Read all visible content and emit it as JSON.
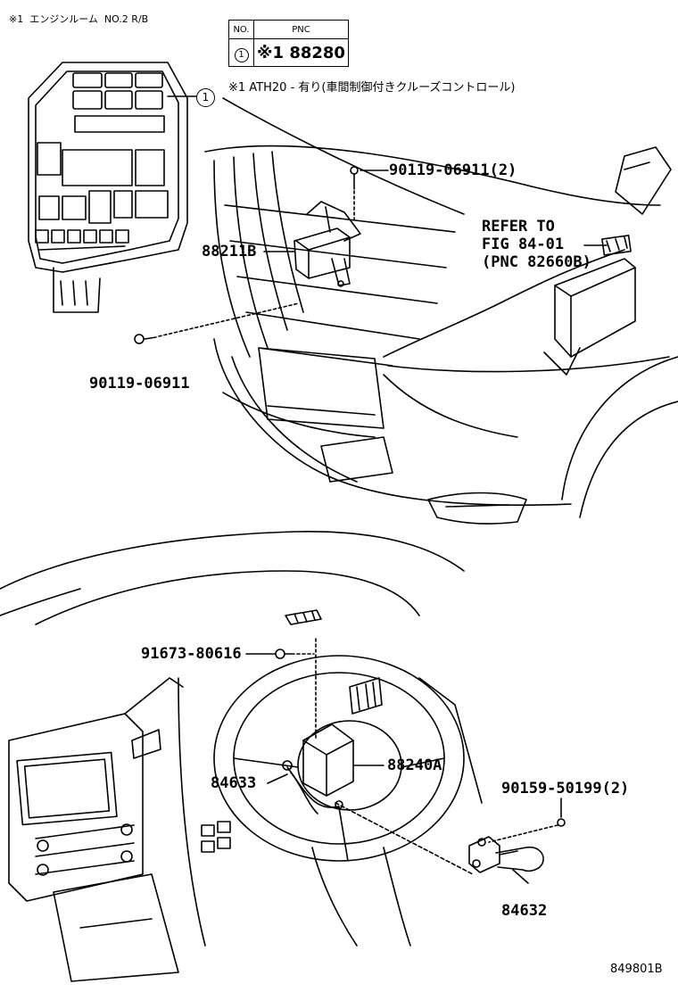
{
  "header": {
    "relay_box_caption": "※1  エンジンルーム  NO.2 R/B",
    "fig_number": "849801B"
  },
  "pnc_table": {
    "col_no": "NO.",
    "col_pnc": "PNC",
    "rows": [
      {
        "no": "1",
        "pnc": "※1 88280"
      }
    ],
    "footnote": "※1 ATH20 - 有り(車間制御付きクルーズコントロール)"
  },
  "callout_marker": "1",
  "labels": {
    "bolt_upper_pair": "90119-06911(2)",
    "bolt_upper_single": "90119-06911",
    "radar_sensor": "88211B",
    "refer_line1": "REFER TO",
    "refer_line2": "FIG 84-01",
    "refer_line3": "(PNC 82660B)",
    "screw_dash": "91673-80616",
    "cruise_ecu": "88240A",
    "harness": "84633",
    "screw_pair": "90159-50199(2)",
    "cruise_switch": "84632"
  }
}
